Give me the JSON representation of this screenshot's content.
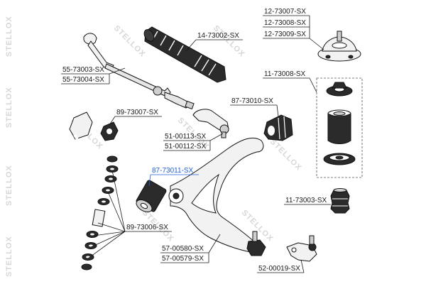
{
  "watermark": "STELLOX",
  "labels": [
    {
      "id": "12-73007-SX",
      "text": "12-73007-SX"
    },
    {
      "id": "12-73008-SX",
      "text": "12-73008-SX"
    },
    {
      "id": "12-73009-SX",
      "text": "12-73009-SX"
    },
    {
      "id": "14-73002-SX",
      "text": "14-73002-SX"
    },
    {
      "id": "55-73003-SX",
      "text": "55-73003-SX"
    },
    {
      "id": "55-73004-SX",
      "text": "55-73004-SX"
    },
    {
      "id": "11-73008-SX",
      "text": "11-73008-SX"
    },
    {
      "id": "89-73007-SX",
      "text": "89-73007-SX"
    },
    {
      "id": "87-73010-SX",
      "text": "87-73010-SX"
    },
    {
      "id": "51-00113-SX",
      "text": "51-00113-SX"
    },
    {
      "id": "51-00112-SX",
      "text": "51-00112-SX"
    },
    {
      "id": "87-73011-SX",
      "text": "87-73011-SX"
    },
    {
      "id": "11-73003-SX",
      "text": "11-73003-SX"
    },
    {
      "id": "89-73006-SX",
      "text": "89-73006-SX"
    },
    {
      "id": "57-00580-SX",
      "text": "57-00580-SX"
    },
    {
      "id": "57-00579-SX",
      "text": "57-00579-SX"
    },
    {
      "id": "52-00019-SX",
      "text": "52-00019-SX"
    }
  ],
  "colors": {
    "highlight": "#1f5fd6",
    "part_fill": "#2b2b2b",
    "label": "#1a1a1a"
  }
}
